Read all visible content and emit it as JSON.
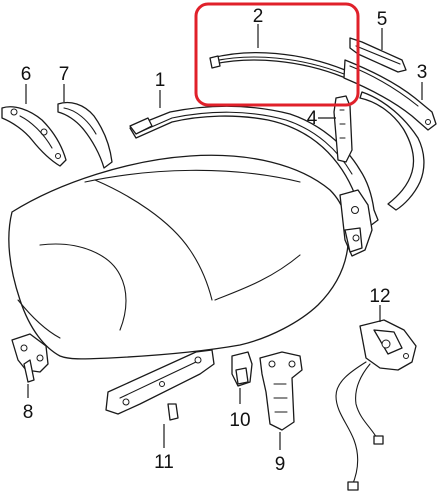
{
  "callouts": {
    "c1": "1",
    "c2": "2",
    "c3": "3",
    "c4": "4",
    "c5": "5",
    "c6": "6",
    "c7": "7",
    "c8": "8",
    "c9": "9",
    "c10": "10",
    "c11": "11",
    "c12": "12"
  },
  "highlight": {
    "target_part": "2",
    "color": "#e0202a"
  },
  "colors": {
    "line": "#1a1a1a",
    "background": "#ffffff"
  }
}
